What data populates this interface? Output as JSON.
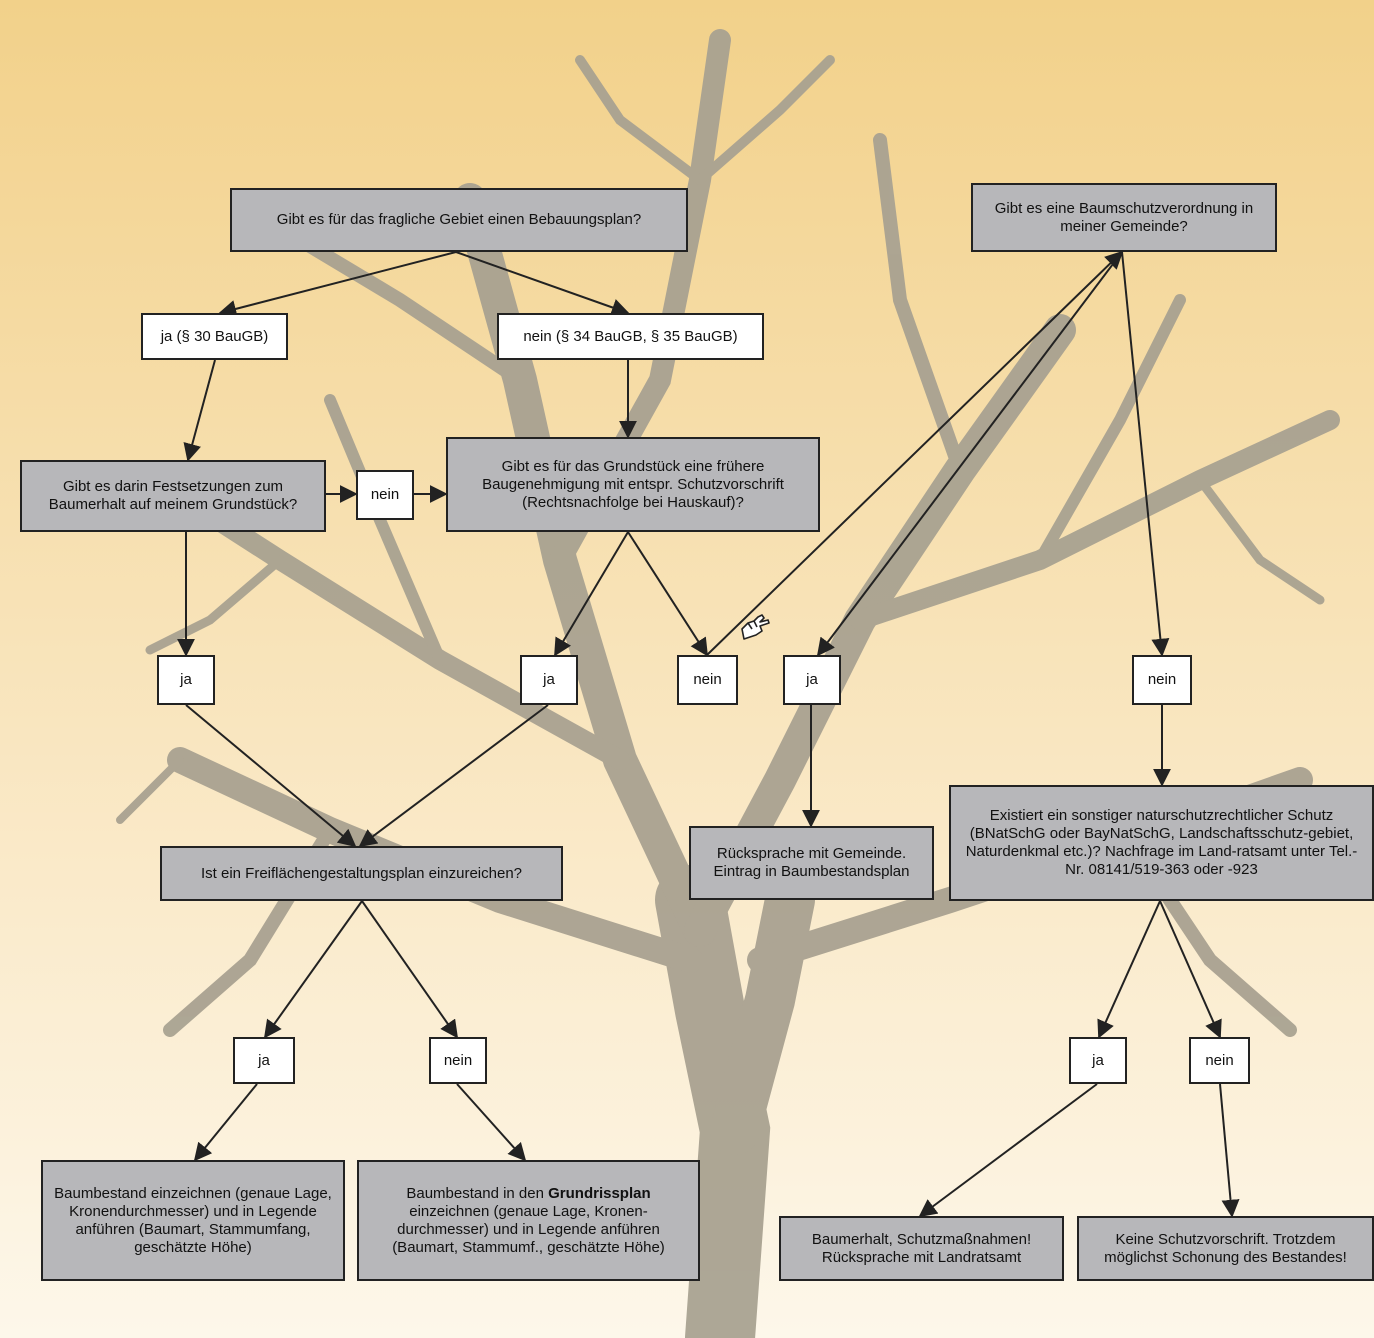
{
  "diagram": {
    "q_bebauungsplan": "Gibt es für das fragliche Gebiet einen Bebauungsplan?",
    "a_ja_30": "ja (§ 30 BauGB)",
    "a_nein_34_35": "nein (§ 34 BauGB, § 35 BauGB)",
    "q_festsetzungen": "Gibt es darin Festsetzungen zum Baumerhalt auf meinem Grundstück?",
    "a_nein_festsetzungen": "nein",
    "q_baugenehmigung": "Gibt es für das Grundstück eine frühere Baugenehmigung mit entspr. Schutzvorschrift (Rechtsnachfolge bei Hauskauf)?",
    "a_ja_festsetzungen": "ja",
    "a_ja_baugenehmigung": "ja",
    "a_nein_baugenehmigung": "nein",
    "q_baumschutzverordnung": "Gibt es eine Baumschutzverordnung in meiner Gemeinde?",
    "a_ja_baumschutz": "ja",
    "a_nein_baumschutz": "nein",
    "q_freiflaechen": "Ist ein Freiflächengestaltungsplan einzureichen?",
    "r_ruecksprache_gemeinde": "Rücksprache mit Gemeinde. Eintrag in Baumbestandsplan",
    "q_sonstiger_schutz": "Existiert ein sonstiger naturschutzrechtlicher Schutz (BNatSchG oder BayNatSchG, Landschaftsschutz-gebiet, Naturdenkmal etc.)? Nachfrage im Land-ratsamt unter Tel.-Nr. 08141/519-363 oder -923",
    "a_ja_freiflaechen": "ja",
    "a_nein_freiflaechen": "nein",
    "a_ja_sonstiger": "ja",
    "a_nein_sonstiger": "nein",
    "r_einzeichnen": "Baumbestand einzeichnen (genaue Lage, Kronendurchmesser) und in Legende anführen (Baumart, Stammumfang, geschätzte Höhe)",
    "r_grundriss_pre": "Baumbestand in den",
    "r_grundriss_bold": "Grundrissplan",
    "r_grundriss_post": "einzeichnen (genaue Lage, Kronen-durchmesser) und in Legende anführen (Baumart, Stammumf., geschätzte Höhe)",
    "r_baumerhalt": "Baumerhalt, Schutzmaßnahmen! Rücksprache mit Landratsamt",
    "r_keine_schutzvorschrift": "Keine Schutzvorschrift. Trotzdem möglichst Schonung des Bestandes!"
  },
  "colors": {
    "background_top": "#f3d48f",
    "background_bottom": "#fdf6e6",
    "tree": "#a9a291",
    "question_box": "#b7b7ba",
    "answer_box": "#ffffff",
    "border": "#222222"
  },
  "icons": {
    "pointer": "pointing-hand-icon"
  }
}
